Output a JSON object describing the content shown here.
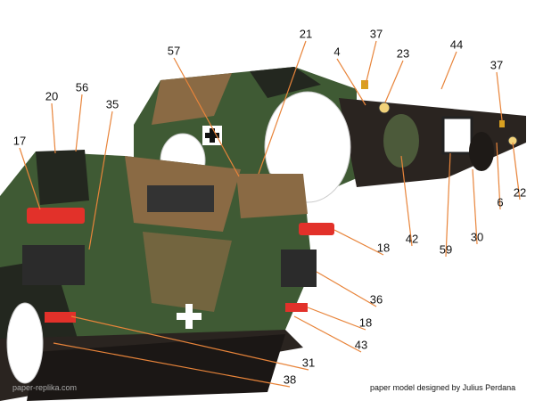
{
  "labels": [
    "21",
    "37",
    "4",
    "23",
    "44",
    "57",
    "37",
    "20",
    "56",
    "35",
    "17",
    "22",
    "6",
    "42",
    "30",
    "59",
    "18",
    "36",
    "18",
    "43",
    "31",
    "38"
  ],
  "footer": {
    "site": "paper-replika.com",
    "credit": "paper model designed by Julius Perdana"
  },
  "colors": {
    "leader": "#e8843a",
    "camo_green": "#3f5a34",
    "camo_brown": "#8a6a44",
    "camo_dark": "#23271f",
    "hull": "#2a2420",
    "light_red": "#e2312a"
  }
}
